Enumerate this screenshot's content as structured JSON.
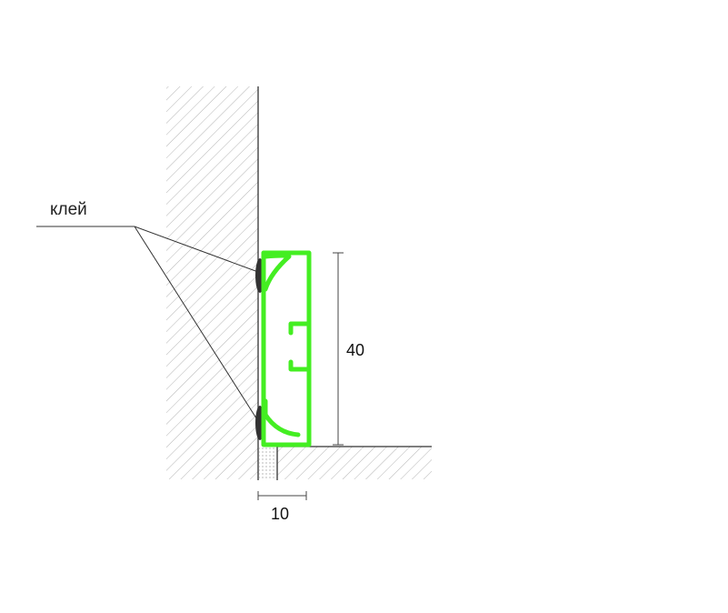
{
  "labels": {
    "glue": "клей"
  },
  "dimensions": {
    "height": "40",
    "gap": "10"
  },
  "colors": {
    "profile": "#44ee22",
    "hatch": "#b5b5b5",
    "line": "#333333",
    "glue": "#333333",
    "background": "#ffffff"
  }
}
